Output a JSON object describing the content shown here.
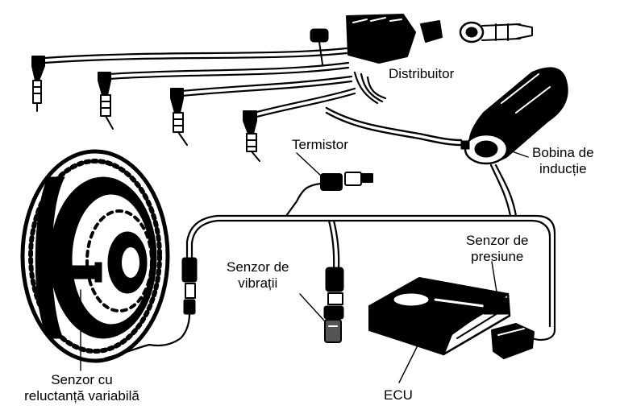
{
  "colors": {
    "ink": "#000000",
    "paper": "#ffffff",
    "shade": "#555555"
  },
  "labels": {
    "distributor": "Distribuitor",
    "termistor": "Termistor",
    "bobina_line1": "Bobina de",
    "bobina_line2": "inducție",
    "senzor_presiune_line1": "Senzor de",
    "senzor_presiune_line2": "presiune",
    "senzor_vibratii_line1": "Senzor de",
    "senzor_vibratii_line2": "vibrații",
    "ecu": "ECU",
    "senzor_reluctanta_line1": "Senzor cu",
    "senzor_reluctanta_line2": "reluctanță variabilă"
  }
}
